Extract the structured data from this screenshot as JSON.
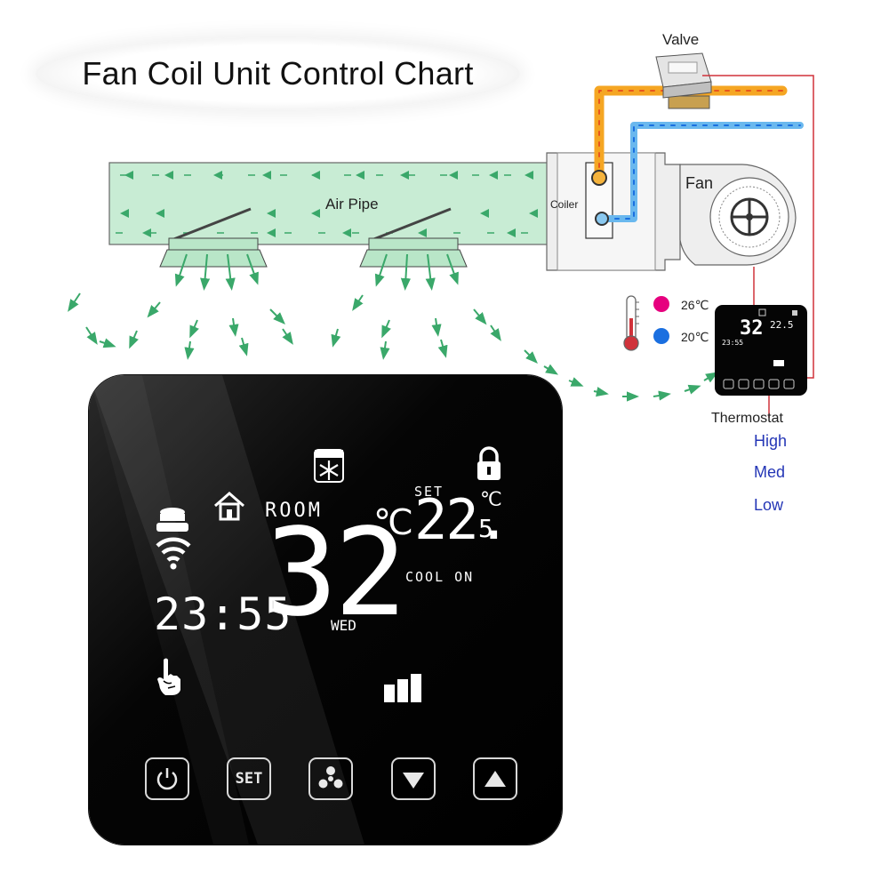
{
  "title": "Fan Coil Unit Control Chart",
  "diagram": {
    "valve_label": "Valve",
    "fan_label": "Fan",
    "coiler_label": "Coiler",
    "air_pipe_label": "Air Pipe",
    "hot_temp": "26℃",
    "cold_temp": "20℃",
    "thermostat_label": "Thermostat",
    "fan_speeds": [
      "High",
      "Med",
      "Low"
    ],
    "colors": {
      "hot_water": "#f5a623",
      "cold_water": "#6ab8ee",
      "airflow": "#3aa86a",
      "duct": "#c8ecd4",
      "wire": "#d0323a",
      "hot_dot": "#e6007e",
      "cold_dot": "#1a6fe0"
    }
  },
  "thermostat": {
    "mode_icon": "snowflake-icon",
    "lock_icon": "padlock-icon",
    "room_label": "ROOM",
    "room_temp": "32",
    "room_unit": "℃",
    "set_label": "SET",
    "set_temp_int": "22.",
    "set_temp_dec": "5",
    "set_unit": "℃",
    "status": "COOL ON",
    "day": "WED",
    "clock": "23:55",
    "buttons": {
      "power": "power-icon",
      "set": "SET",
      "fan": "fan-icon",
      "down": "down-arrow-icon",
      "up": "up-arrow-icon"
    }
  },
  "mini_thermostat": {
    "room_temp": "32",
    "set_temp": "22.5",
    "clock": "23:55"
  }
}
